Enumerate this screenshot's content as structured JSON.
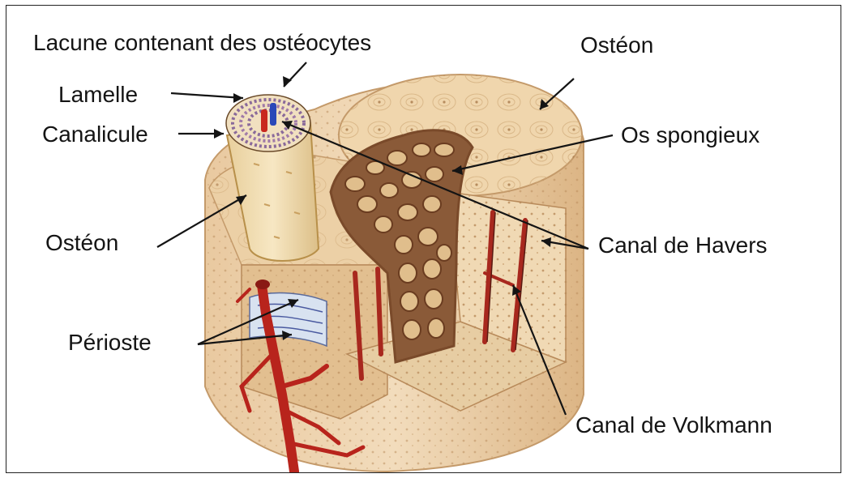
{
  "labels": {
    "lacune": "Lacune contenant des ostéocytes",
    "lamelle": "Lamelle",
    "canalicule": "Canalicule",
    "osteon_left": "Ostéon",
    "periostre": "Périoste",
    "osteon_right": "Ostéon",
    "os_spongieux": "Os spongieux",
    "canal_havers": "Canal de Havers",
    "canal_volkmann": "Canal de Volkmann"
  },
  "colors": {
    "bone_light": "#f3dfbf",
    "bone_mid": "#e8c99a",
    "bone_dark": "#c99a62",
    "spongy": "#8a5a38",
    "vessel_red": "#b8241c",
    "vessel_blue": "#2a48b8",
    "line": "#141414"
  }
}
